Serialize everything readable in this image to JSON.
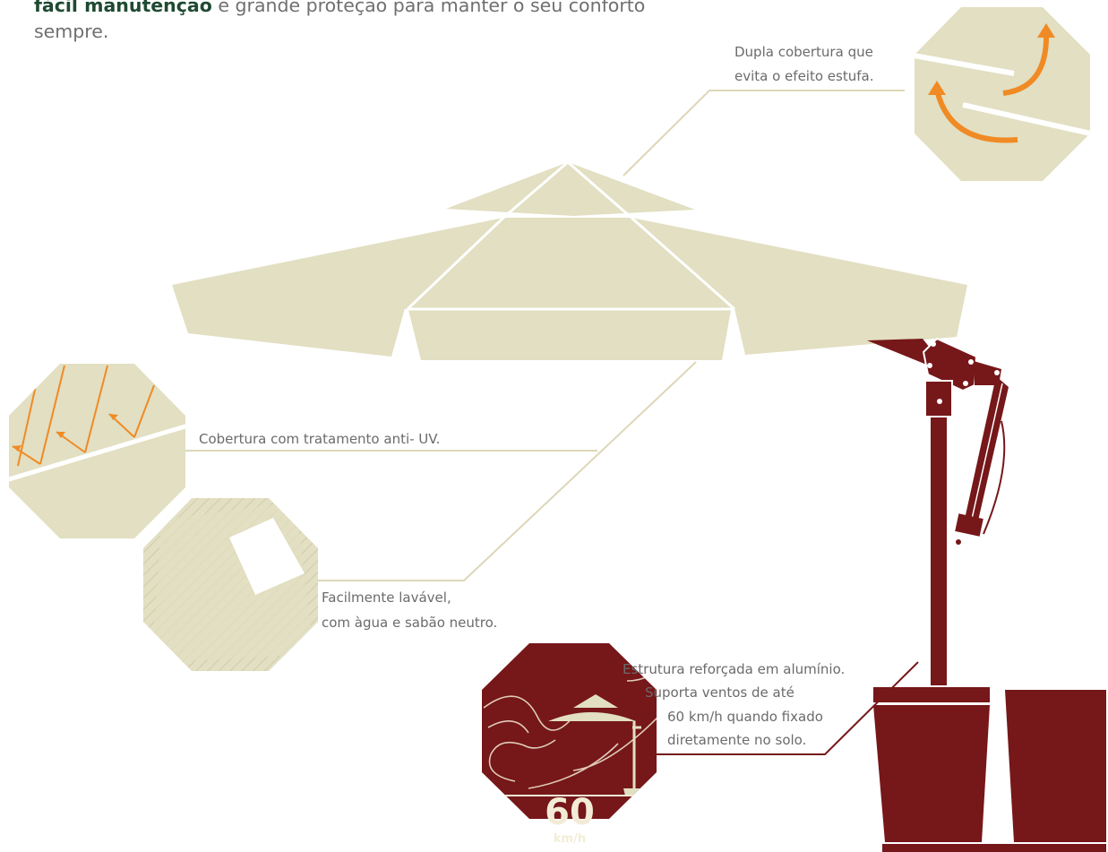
{
  "intro": {
    "bold": "fácil manutenção",
    "rest": " e grande proteção para manter o seu conforto sempre."
  },
  "labels": {
    "dupla_l1": "Dupla cobertura que",
    "dupla_l2": "evita o efeito estufa.",
    "antiuv": "Cobertura com tratamento anti- UV.",
    "lavavel_l1": "Facilmente lavável,",
    "lavavel_l2": "com àgua e sabão neutro.",
    "estrutura_l1": "Estrutura reforçada em alumínio.",
    "estrutura_l2": "Suporta ventos de até",
    "estrutura_l3": "60 km/h quando fixado",
    "estrutura_l4": "diretamente no solo."
  },
  "badge": {
    "value": "60",
    "unit": "km/h"
  },
  "colors": {
    "canopy": "#e2dfc2",
    "structure": "#76171a",
    "arrows": "#f08a24",
    "leader": "#ddd7b8",
    "bold_text": "#1f4a32",
    "text": "#6b6b6b"
  }
}
